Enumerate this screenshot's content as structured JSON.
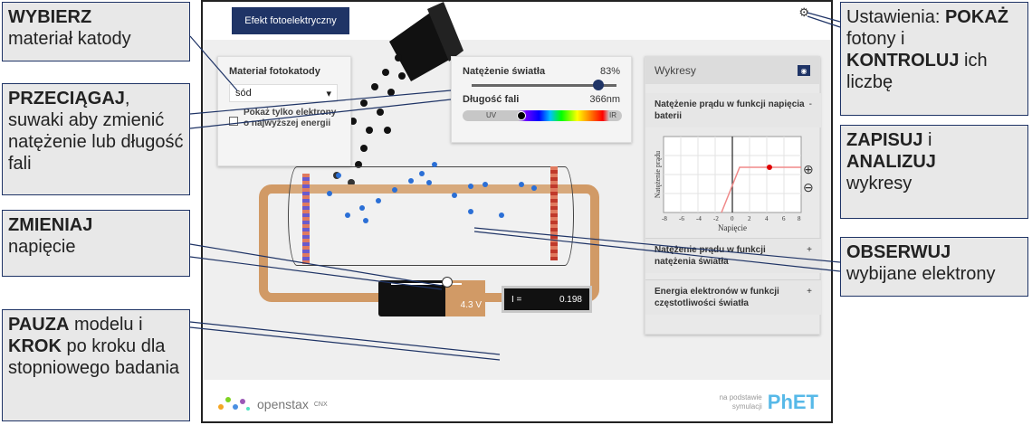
{
  "sim": {
    "title_button": "Efekt fotoelektryczny",
    "settings_icon": "gear-icon"
  },
  "cathode_panel": {
    "label": "Materiał fotokatody",
    "selected_material": "sód",
    "checkbox_label": "Pokaż tylko elektrony o najwyższej energii"
  },
  "light_panel": {
    "intensity_label": "Natężenie światła",
    "intensity_value": "83%",
    "intensity_fraction": 0.83,
    "wavelength_label": "Długość fali",
    "wavelength_value": "366nm",
    "uv_label": "UV",
    "ir_label": "IR"
  },
  "graphs_panel": {
    "title": "Wykresy",
    "items": [
      {
        "label": "Natężenie prądu w funkcji napięcia baterii",
        "symbol": "-"
      },
      {
        "label": "Natężenie prądu w funkcji natężenia światła",
        "symbol": "+"
      },
      {
        "label": "Energia elektronów w funkcji częstotliwości światła",
        "symbol": "+"
      }
    ],
    "plot_ylabel": "Natężenie prądu",
    "plot_xlabel": "Napięcie",
    "plot_ticks": [
      "-8",
      "-6",
      "-4",
      "-2",
      "0",
      "2",
      "4",
      "6",
      "8"
    ]
  },
  "battery": {
    "voltage": "4.3 V"
  },
  "ammeter": {
    "label": "I =",
    "value": "0.198"
  },
  "footer": {
    "openstax": "openstax",
    "cnx": "CNX",
    "phet_sub_1": "na podstawie",
    "phet_sub_2": "symulacji",
    "phet_logo": "PhET"
  },
  "callouts": {
    "cathode": {
      "bold": "WYBIERZ",
      "text": "materiał katody"
    },
    "drag": {
      "bold": "PRZECIĄGAJ",
      "text": ", suwaki aby zmienić natężenie lub długość fali"
    },
    "voltage": {
      "bold": "ZMIENIAJ",
      "text": "napięcie"
    },
    "pause": {
      "bold1": "PAUZA",
      "text1": " modelu i ",
      "bold2": "KROK",
      "text2": " po kroku dla stopniowego badania"
    },
    "settings": {
      "text1": "Ustawienia: ",
      "bold1": "POKAŻ",
      "text2": " fotony i ",
      "bold2": "KONTROLUJ",
      "text3": " ich liczbę"
    },
    "save": {
      "bold1": "ZAPISUJ",
      "text1": " i ",
      "bold2": "ANALIZUJ",
      "text2": " wykresy"
    },
    "observe": {
      "bold": "OBSERWUJ",
      "text": "wybijane elektrony"
    }
  }
}
